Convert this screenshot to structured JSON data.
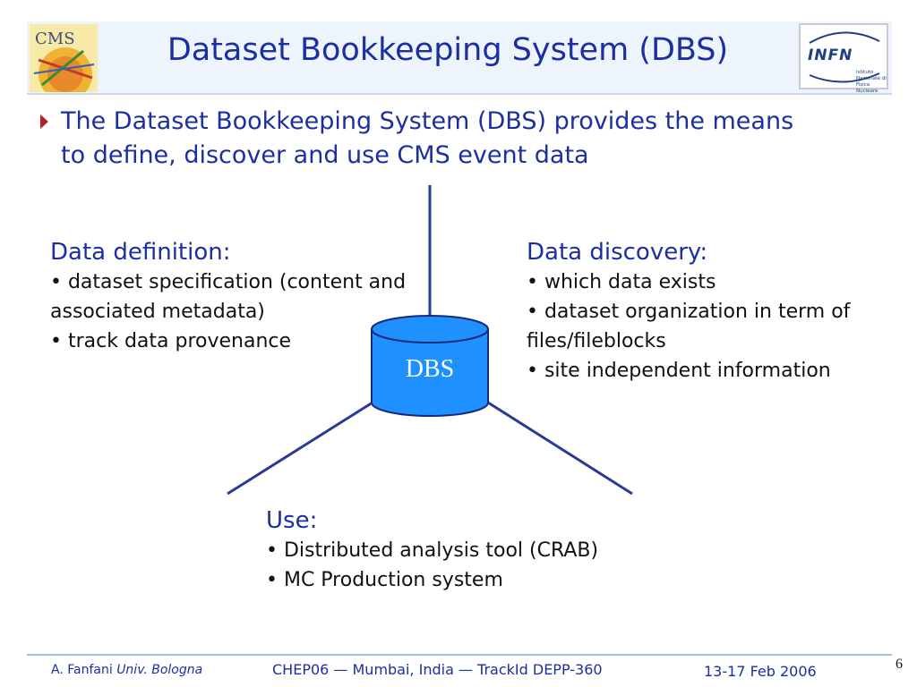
{
  "header": {
    "title": "Dataset Bookkeeping System (DBS)",
    "left_logo_text": "CMS",
    "right_logo_text": "INFN",
    "right_logo_subtext": "Istituto Nazionale di Fisica Nucleare"
  },
  "intro": {
    "text": "The Dataset Bookkeeping System (DBS) provides the means to define, discover and use CMS event data"
  },
  "diagram": {
    "center_label": "DBS",
    "colors": {
      "line": "#2b3a92",
      "cylinder_fill": "#1e90ff",
      "cylinder_stroke": "#1a2a7a"
    }
  },
  "data_definition": {
    "heading": "Data definition:",
    "items": [
      "• dataset specification (content and associated metadata)",
      "• track data provenance"
    ]
  },
  "data_discovery": {
    "heading": "Data discovery:",
    "items": [
      "• which data exists",
      "• dataset organization in term of files/fileblocks",
      "• site independent information"
    ]
  },
  "use": {
    "heading": "Use:",
    "items": [
      "• Distributed analysis tool (CRAB)",
      "• MC Production system"
    ]
  },
  "footer": {
    "author": "A. Fanfani",
    "affiliation": "Univ. Bologna",
    "conference": "CHEP06 — Mumbai, India —   TrackId DEPP-360",
    "date": "13-17 Feb 2006",
    "page_number": "6"
  }
}
